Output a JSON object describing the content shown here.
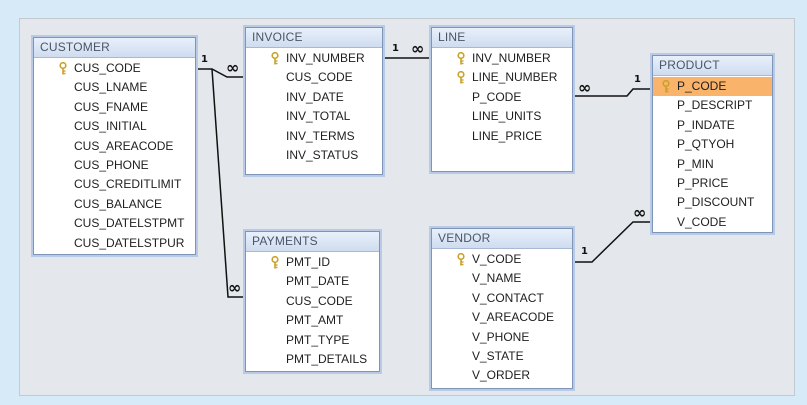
{
  "tables": {
    "customer": {
      "title": "CUSTOMER",
      "fields": [
        "CUS_CODE",
        "CUS_LNAME",
        "CUS_FNAME",
        "CUS_INITIAL",
        "CUS_AREACODE",
        "CUS_PHONE",
        "CUS_CREDITLIMIT",
        "CUS_BALANCE",
        "CUS_DATELSTPMT",
        "CUS_DATELSTPUR"
      ]
    },
    "invoice": {
      "title": "INVOICE",
      "fields": [
        "INV_NUMBER",
        "CUS_CODE",
        "INV_DATE",
        "INV_TOTAL",
        "INV_TERMS",
        "INV_STATUS"
      ]
    },
    "line": {
      "title": "LINE",
      "fields": [
        "INV_NUMBER",
        "LINE_NUMBER",
        "P_CODE",
        "LINE_UNITS",
        "LINE_PRICE"
      ]
    },
    "product": {
      "title": "PRODUCT",
      "fields": [
        "P_CODE",
        "P_DESCRIPT",
        "P_INDATE",
        "P_QTYOH",
        "P_MIN",
        "P_PRICE",
        "P_DISCOUNT",
        "V_CODE"
      ]
    },
    "payments": {
      "title": "PAYMENTS",
      "fields": [
        "PMT_ID",
        "PMT_DATE",
        "CUS_CODE",
        "PMT_AMT",
        "PMT_TYPE",
        "PMT_DETAILS"
      ]
    },
    "vendor": {
      "title": "VENDOR",
      "fields": [
        "V_CODE",
        "V_NAME",
        "V_CONTACT",
        "V_AREACODE",
        "V_PHONE",
        "V_STATE",
        "V_ORDER"
      ]
    }
  },
  "relationships": {
    "one_label": "1",
    "many_label": "∞"
  },
  "colors": {
    "selected_row": "#f9b36a",
    "key_icon": "#c9a227"
  }
}
